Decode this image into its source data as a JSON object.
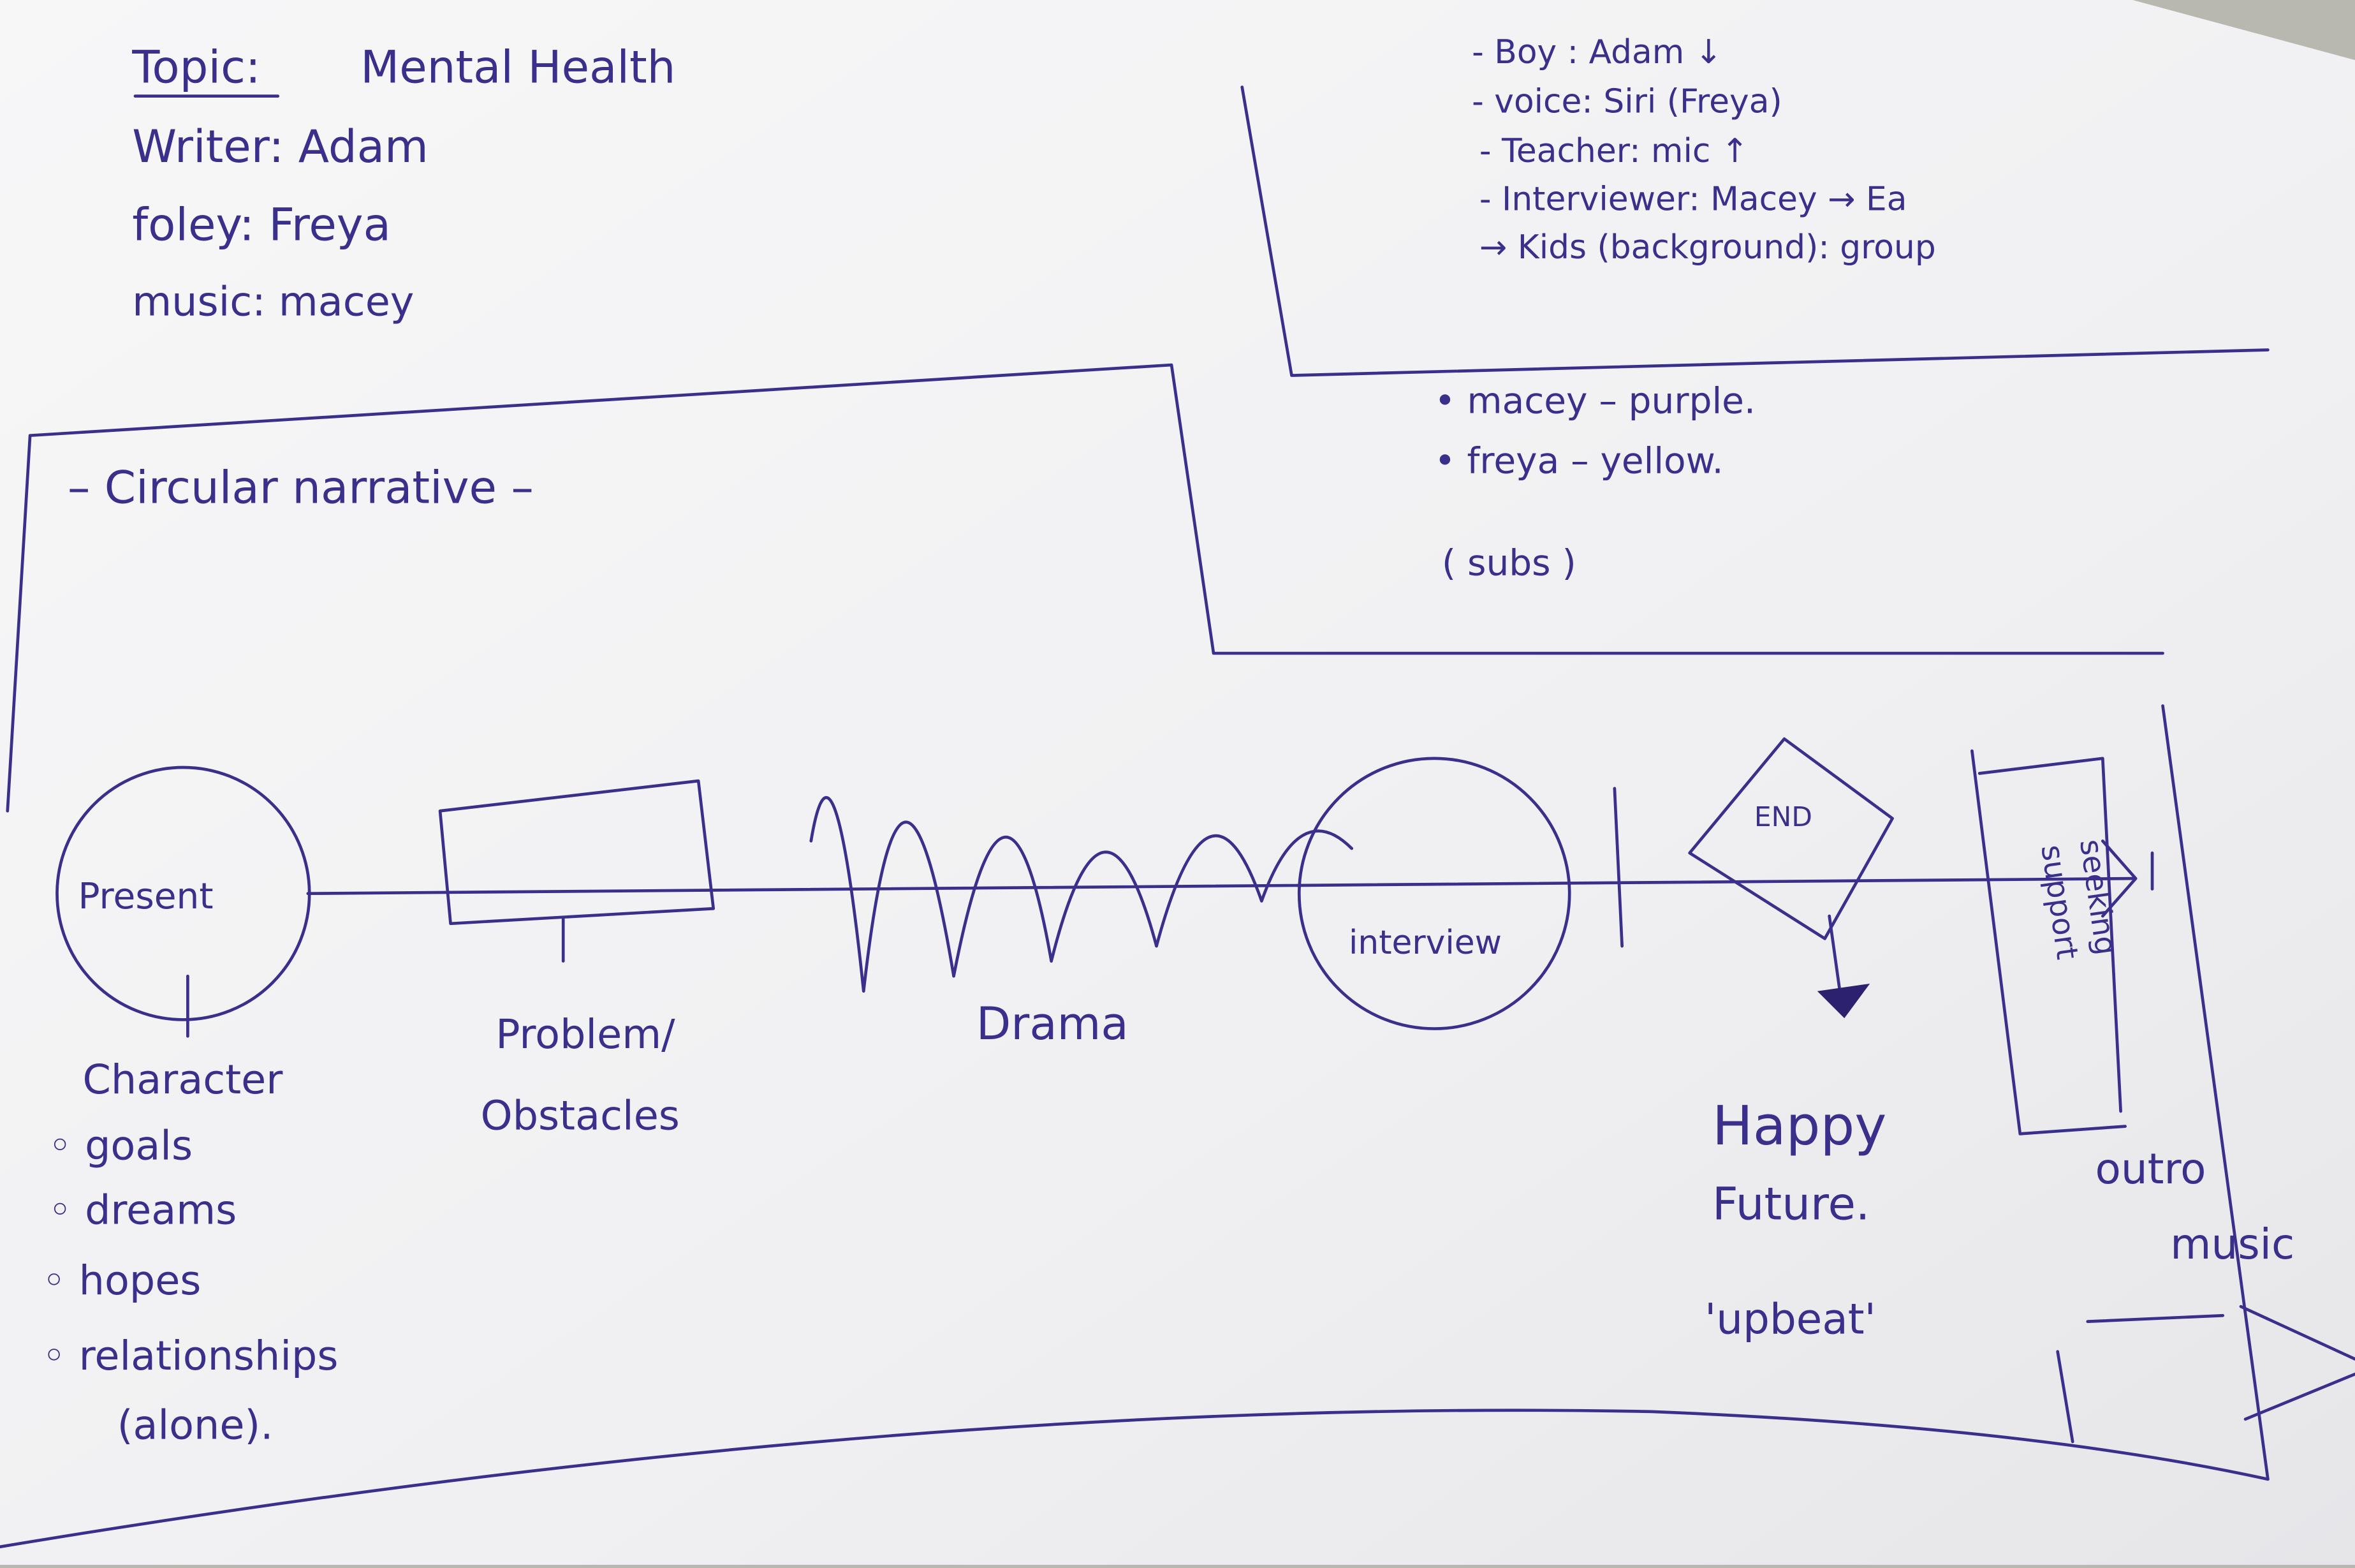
{
  "header_notes": {
    "topic_label": "Topic:",
    "topic_value": "Mental Health",
    "writer": "Writer: Adam",
    "foley": "foley: Freya",
    "music": "music: macey"
  },
  "cast_notes": [
    "- Boy : Adam ↓",
    "- voice: Siri (Freya)",
    "- Teacher: mic ↑",
    "- Interviewer: Macey → Ea",
    "→ Kids (background): group"
  ],
  "color_key": {
    "macey": "• macey – purple.",
    "freya": "• freya – yellow.",
    "subs": "( subs )"
  },
  "narrative_heading": "– Circular narrative –",
  "timeline": {
    "present": "Present",
    "character_label": "Character",
    "character_items": [
      "◦ goals",
      "◦ dreams",
      "◦ hopes",
      "◦ relationships",
      "(alone)."
    ],
    "problem_line1": "Problem/",
    "problem_line2": "Obstacles",
    "drama": "Drama",
    "interview": "interview",
    "end": "END",
    "happy_line1": "Happy",
    "happy_line2": "Future.",
    "upbeat": "'upbeat'",
    "seeking_line1": "seeking",
    "seeking_line2": "support",
    "outro": "outro",
    "outro_music": "music"
  },
  "colors": {
    "ink": "#3b2f8c",
    "paper": "#f3f3f5"
  }
}
